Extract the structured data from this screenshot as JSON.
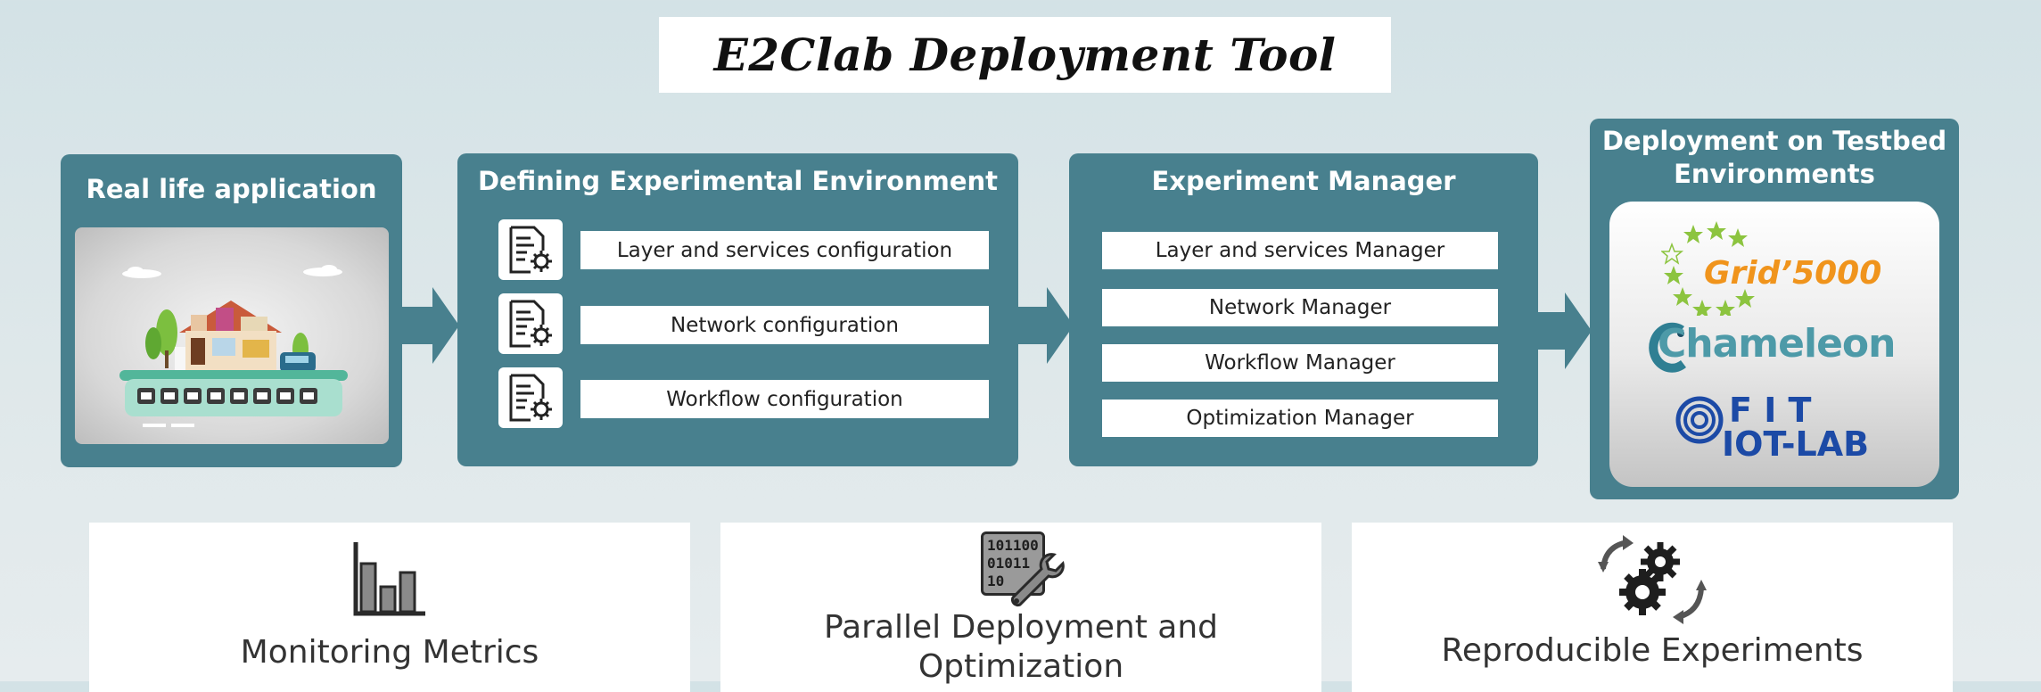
{
  "title": "E2Clab Deployment Tool",
  "panels": {
    "real_life": {
      "title": "Real life application"
    },
    "defining": {
      "title": "Defining Experimental Environment",
      "items": [
        "Layer and services configuration",
        "Network configuration",
        "Workflow configuration"
      ]
    },
    "manager": {
      "title": "Experiment Manager",
      "items": [
        "Layer and services Manager",
        "Network Manager",
        "Workflow Manager",
        "Optimization Manager"
      ]
    },
    "testbed": {
      "title_line1": "Deployment on Testbed",
      "title_line2": "Environments",
      "logos": {
        "grid": "Grid’5000",
        "chameleon": "Chameleon",
        "fit_line1": "F I T",
        "fit_line2": "IOT-LAB"
      }
    }
  },
  "features": [
    {
      "label": "Monitoring Metrics",
      "icon": "bar-chart-icon"
    },
    {
      "label_line1": "Parallel Deployment and",
      "label_line2": "Optimization",
      "icon": "binary-wrench-icon",
      "binary": [
        "101100",
        "01011",
        "10"
      ]
    },
    {
      "label": "Reproducible Experiments",
      "icon": "gears-cycle-icon"
    }
  ],
  "colors": {
    "panel": "#48808e",
    "grid_star": "#8cc43f",
    "grid_text": "#f0941c",
    "chameleon_text": "#4d9aa8",
    "fit_text": "#1c4aa6"
  }
}
